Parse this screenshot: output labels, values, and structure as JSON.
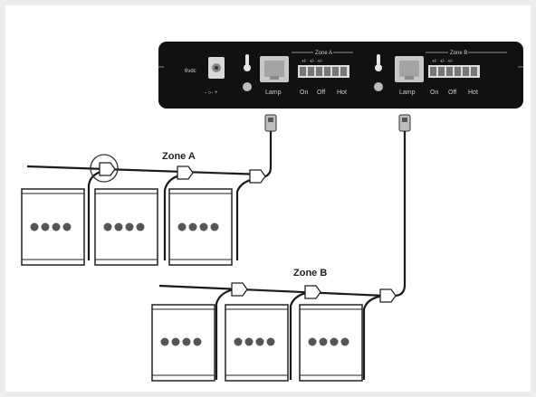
{
  "controller": {
    "power_label": "6vdc",
    "polarity_label": "- ○- +",
    "zone_a": {
      "title": "Zone A",
      "port_label": "Lamp",
      "terminal_labels": [
        "On",
        "Off",
        "Hot"
      ]
    },
    "zone_b": {
      "title": "Zone B",
      "port_label": "Lamp",
      "terminal_labels": [
        "On",
        "Off",
        "Hot"
      ]
    }
  },
  "zones": [
    {
      "name": "Zone A",
      "boxes": 3
    },
    {
      "name": "Zone B",
      "boxes": 3
    }
  ],
  "colors": {
    "device_body": "#111111",
    "wire": "#1a1a1a",
    "dot": "#555555"
  },
  "icons": [
    "power-jack-icon",
    "thermometer-icon",
    "rj45-port-icon",
    "terminal-block-icon",
    "wall-box-icon",
    "connector-plug-icon",
    "splice-connector-icon"
  ]
}
